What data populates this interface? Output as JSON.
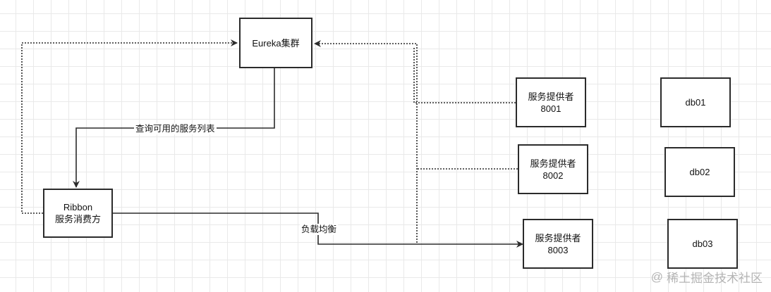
{
  "nodes": {
    "eureka": {
      "label": "Eureka集群"
    },
    "ribbon": {
      "line1": "Ribbon",
      "line2": "服务消费方"
    },
    "provider1": {
      "line1": "服务提供者",
      "line2": "8001"
    },
    "provider2": {
      "line1": "服务提供者",
      "line2": "8002"
    },
    "provider3": {
      "line1": "服务提供者",
      "line2": "8003"
    },
    "db01": {
      "label": "db01"
    },
    "db02": {
      "label": "db02"
    },
    "db03": {
      "label": "db03"
    }
  },
  "edges": {
    "query": {
      "label": "查询可用的服务列表"
    },
    "loadbalance": {
      "label": "负载均衡"
    }
  },
  "watermark": {
    "text": "稀土掘金技术社区"
  },
  "colors": {
    "stroke": "#2b2b2b",
    "grid": "#e9e9e9",
    "watermark": "#b4b4b4"
  }
}
